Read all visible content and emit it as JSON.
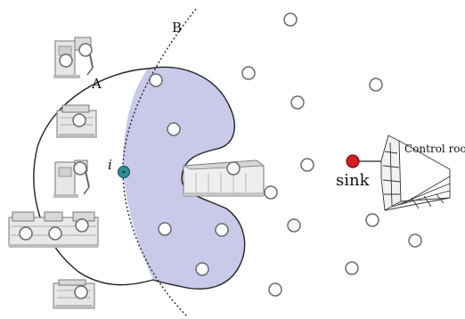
{
  "labels": {
    "region_a": "A",
    "region_b": "B",
    "node_i": "i",
    "sink": "sink",
    "control_room": "Control roor"
  },
  "colors": {
    "node_fill": "#ffffff",
    "node_stroke": "#6b6b6b",
    "region_fill": "#c9c9ea",
    "sink_fill": "#cc1f26",
    "node_i_fill": "#2e8f97",
    "line": "#222222"
  },
  "icons": [
    "robot-arm-machine-icon",
    "industrial-machine-icon",
    "production-line-icon",
    "factory-building-icon",
    "control-room-icon"
  ]
}
